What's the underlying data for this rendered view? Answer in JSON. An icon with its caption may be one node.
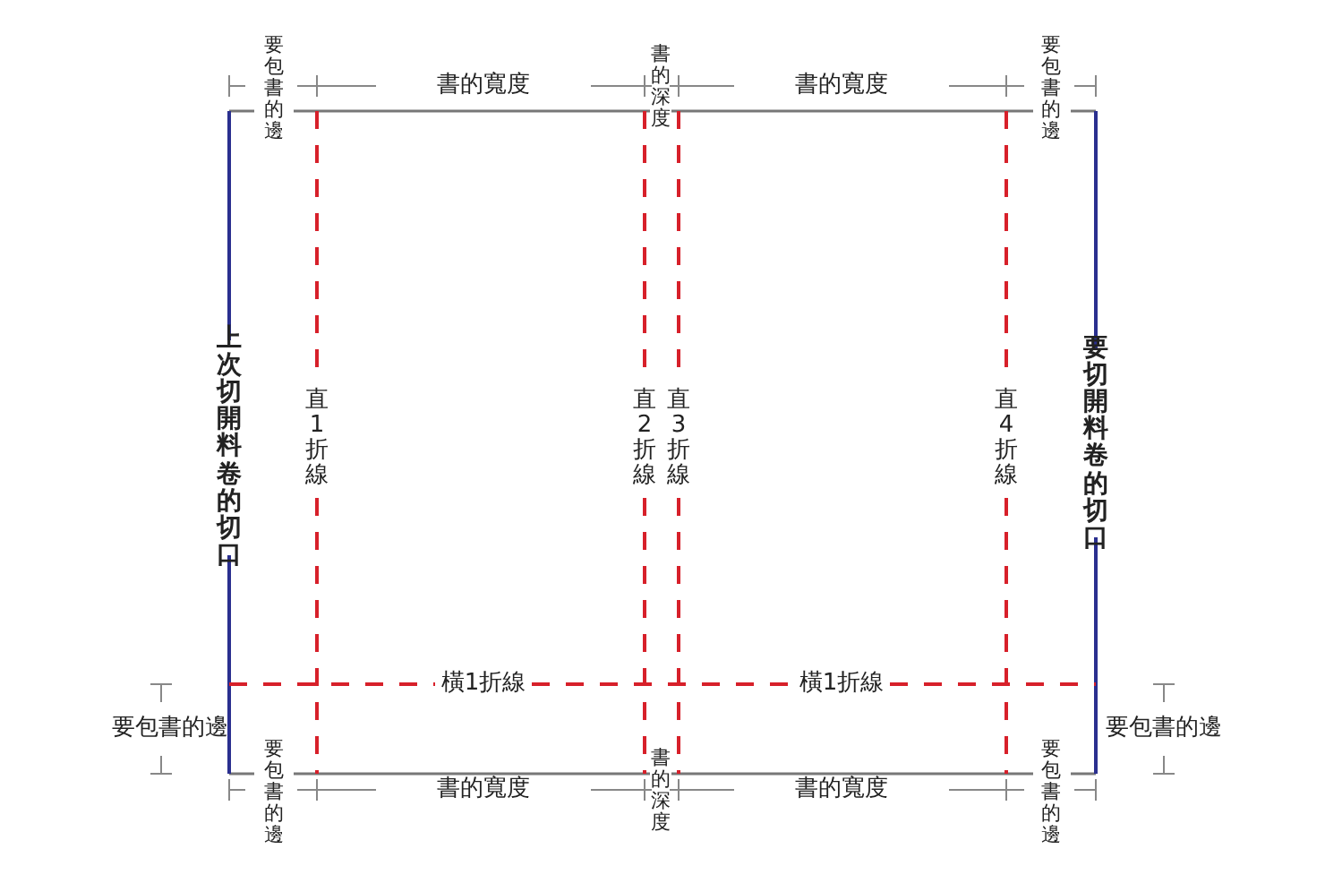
{
  "diagram": {
    "labels": [
      "要包書的邊",
      "書的寬度",
      "書的深度",
      "書的寬度",
      "要包書的邊",
      "上次切開料卷的切口",
      "直1折線",
      "直2折線",
      "直3折線",
      "直4折線",
      "要切開料卷的切口",
      "橫1折線",
      "橫1折線",
      "要包書的邊",
      "要包書的邊",
      "要包書的邊",
      "書的寬度",
      "書的深度",
      "書的寬度",
      "要包書的邊"
    ]
  }
}
